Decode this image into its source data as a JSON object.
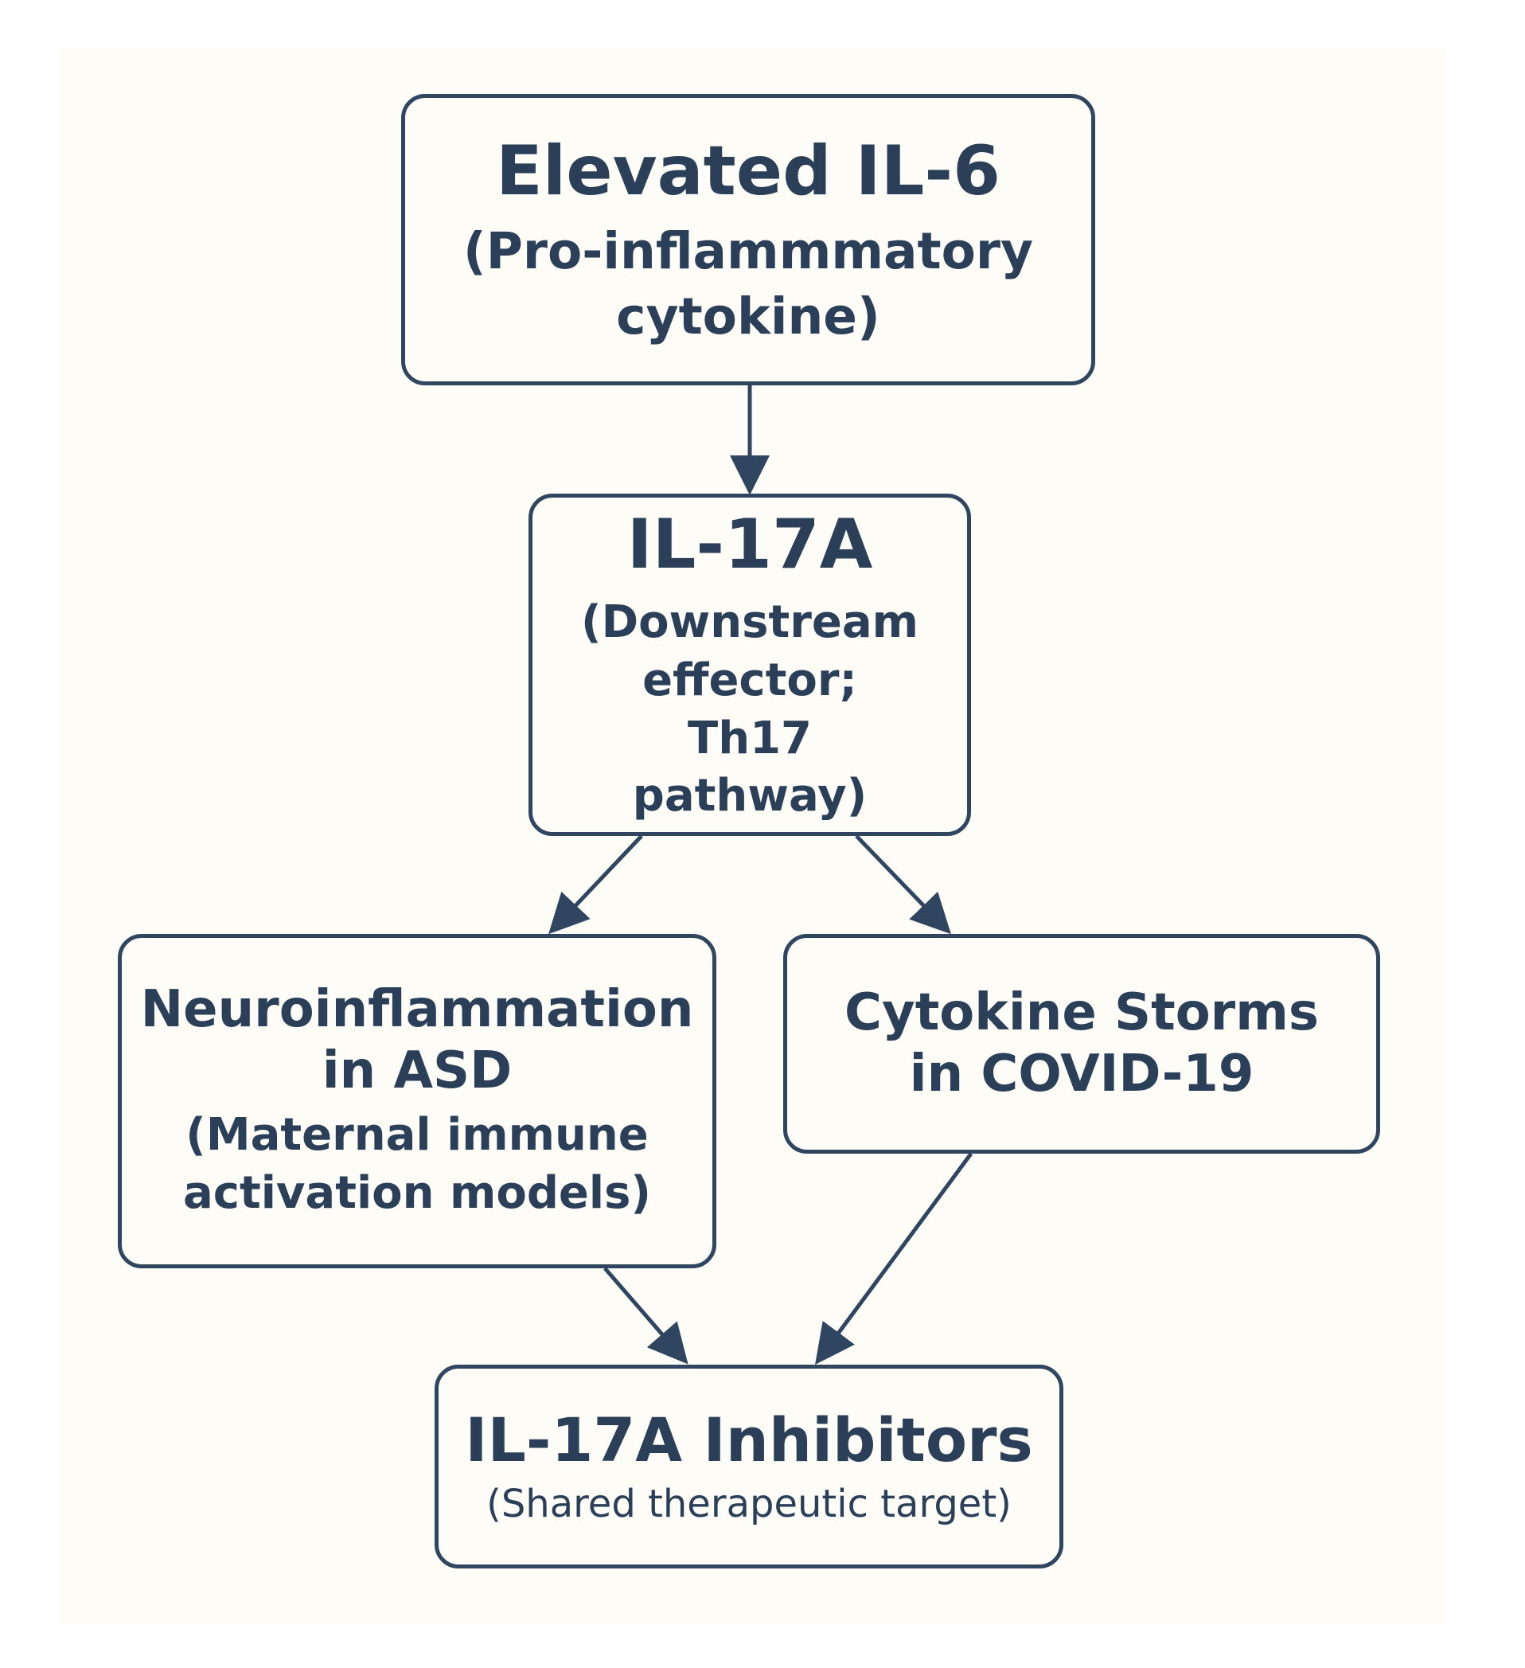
{
  "nodes": {
    "il6": {
      "title": "Elevated IL-6",
      "subtitle": "(Pro-inflammmatory cytokine)"
    },
    "il17a": {
      "title": "IL-17A",
      "subtitle": "(Downstream effector; Th17 pathway)"
    },
    "asd": {
      "title": "Neuroinflammation in ASD",
      "subtitle": "(Maternal immune activation models)"
    },
    "covid": {
      "title": "Cytokine Storms in COVID-19"
    },
    "inhibitors": {
      "title": "IL-17A Inhibitors",
      "subtitle": "(Shared therapeutic target)"
    }
  },
  "colors": {
    "border": "#2f4560",
    "text": "#2b3f58",
    "background": "#fdfcf7"
  }
}
